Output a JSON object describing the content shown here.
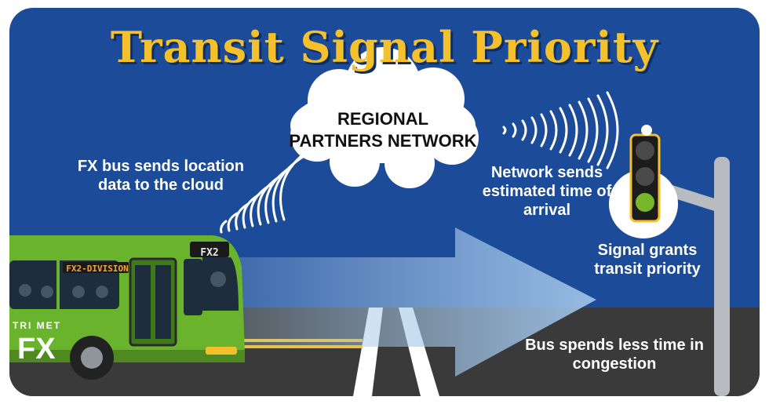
{
  "title": "Transit Signal Priority",
  "cloud_label": "REGIONAL PARTNERS NETWORK",
  "steps": {
    "bus_sends": "FX bus sends location data to the cloud",
    "network_sends": "Network sends estimated time of arrival",
    "signal_grants": "Signal grants transit priority",
    "bus_spends": "Bus spends less time in congestion"
  },
  "bus": {
    "destination_sign": "FX2-DIVISION",
    "route_sign": "FX2",
    "agency_logo": "TRI MET",
    "brand": "FX"
  },
  "colors": {
    "sky": "#1b4b99",
    "road": "#3a3a3a",
    "title": "#f4c12c",
    "bus_green": "#6ab42d",
    "signal_green": "#76b82a"
  }
}
